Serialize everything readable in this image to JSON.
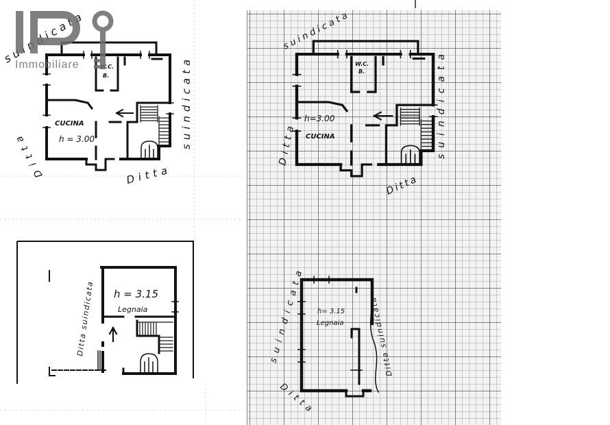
{
  "logo": {
    "mark": "IPI",
    "tagline": "Immobiliare",
    "color": "#6f6f6f"
  },
  "print_sheet": {
    "upper_plan": {
      "neighbour_top": "suindicata",
      "neighbour_right": "suindicata",
      "neighbour_bottom": "Ditta",
      "neighbour_left": "Ditta",
      "wc": "W.C.",
      "bath": "B.",
      "kitchen": "CUCINA",
      "ceiling_height": "h = 3.00"
    },
    "lower_plan": {
      "neighbour_side": "Ditta suindicata",
      "ceiling_height": "h = 3.15",
      "room": "Legnaia"
    }
  },
  "graph_sheet": {
    "upper_plan": {
      "neighbour_top": "suindicata",
      "neighbour_right": "suindicata",
      "neighbour_left": "Ditta",
      "neighbour_bottom": "Ditta",
      "wc": "W.C.",
      "bath": "B.",
      "ceiling_height": "h=3.00",
      "kitchen": "CUCINA"
    },
    "lower_plan": {
      "neighbour_left": "suindicata",
      "neighbour_right": "Ditta suindicata",
      "neighbour_bottom": "Ditta",
      "ceiling_height": "h= 3.15",
      "room": "Legnaia"
    }
  },
  "colors": {
    "ink": "#111111",
    "paper": "#ffffff",
    "graph_paper": "#f3f3f3",
    "grid_major": "#464646",
    "grid_fine": "#8c8c8c"
  }
}
